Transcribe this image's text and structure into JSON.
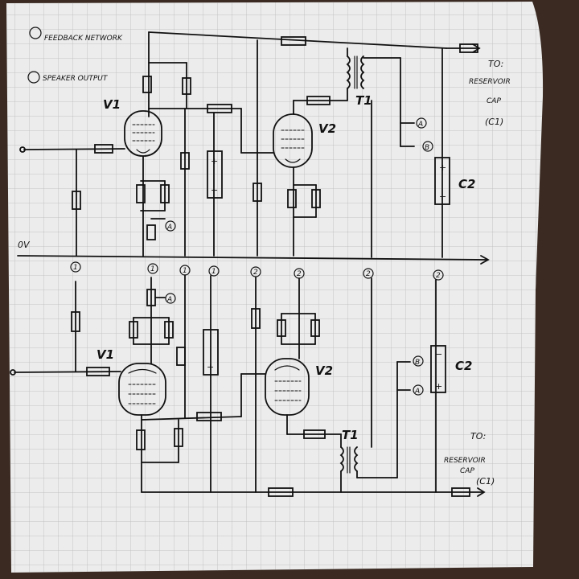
{
  "notes": {
    "a": "FEEDBACK NETWORK",
    "b": "SPEAKER OUTPUT"
  },
  "rail_label": "0V",
  "top": {
    "v1": "V1",
    "v2": "V2",
    "t1": "T1",
    "c2": "C2",
    "to": "TO:",
    "reservoir": "RESERVOIR",
    "cap": "CAP",
    "c1": "(C1)",
    "out_a": "A",
    "out_b": "B",
    "fb": "A"
  },
  "bottom": {
    "v1": "V1",
    "v2": "V2",
    "t1": "T1",
    "c2": "C2",
    "to": "TO:",
    "reservoir": "RESERVOIR",
    "cap": "CAP",
    "c1": "(C1)",
    "out_a": "A",
    "out_b": "B",
    "fb": "A"
  },
  "nodes": [
    "1",
    "1",
    "1",
    "1",
    "2",
    "2",
    "2",
    "2"
  ],
  "polarity": {
    "plus": "+",
    "minus": "−"
  },
  "colors": {
    "paper": "#ececec",
    "grid": "#b9b9b9",
    "ink": "#111111",
    "background": "#3a2a22"
  }
}
